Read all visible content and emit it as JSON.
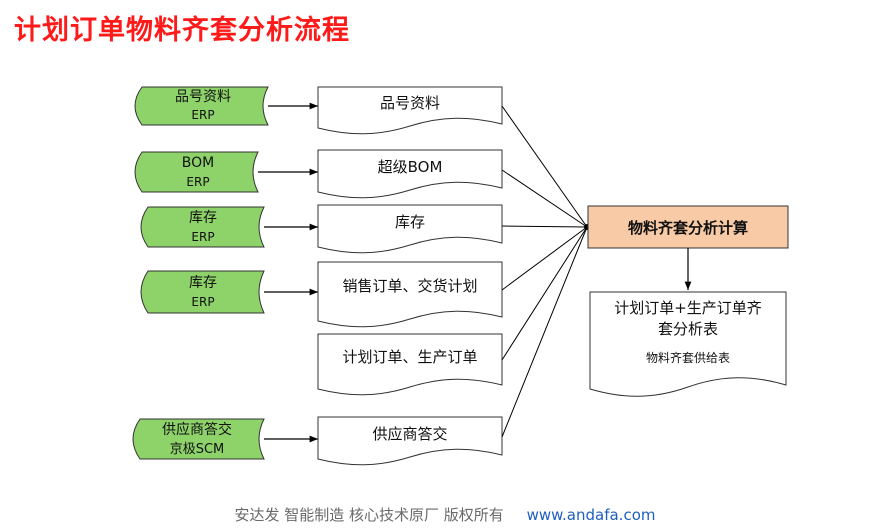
{
  "title": "计划订单物料齐套分析流程",
  "sources": [
    {
      "line1": "品号资料",
      "line2": "ERP"
    },
    {
      "line1": "BOM",
      "line2": "ERP"
    },
    {
      "line1": "库存",
      "line2": "ERP"
    },
    {
      "line1": "库存",
      "line2": "ERP"
    },
    {
      "line1": "供应商答交",
      "line2": "京极SCM"
    }
  ],
  "documents": [
    "品号资料",
    "超级BOM",
    "库存",
    "销售订单、交货计划",
    "计划订单、生产订单",
    "供应商答交"
  ],
  "process": "物料齐套分析计算",
  "output": {
    "line1": "计划订单+生产订单齐",
    "line2": "套分析表",
    "line3": "物料齐套供给表"
  },
  "footer": {
    "text": "安达发  智能制造 核心技术原厂  版权所有",
    "url": "www.andafa.com"
  },
  "colors": {
    "title": "#ff1a1a",
    "source_fill": "#8ed36a",
    "process_fill": "#f8cba6",
    "line": "#000000"
  }
}
